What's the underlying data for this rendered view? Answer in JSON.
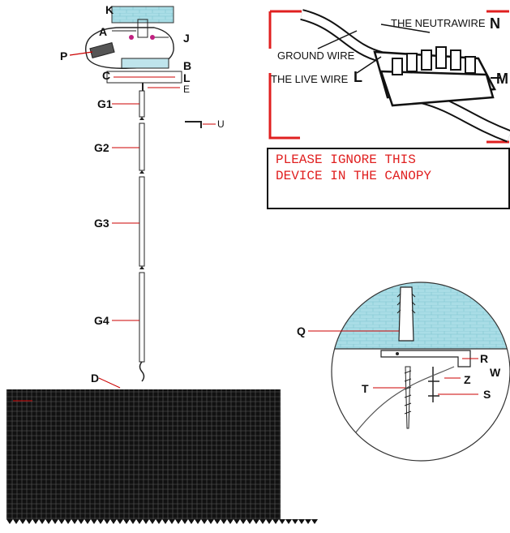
{
  "labels": {
    "K": "K",
    "A": "A",
    "J": "J",
    "P": "P",
    "B": "B",
    "C": "C",
    "L": "L",
    "E": "E",
    "G1": "G1",
    "G2": "G2",
    "G3": "G3",
    "G4": "G4",
    "D": "D",
    "U": "U",
    "Q": "Q",
    "R": "R",
    "W": "W",
    "Z": "Z",
    "T": "T",
    "S": "S",
    "N": "N",
    "M": "M",
    "L2": "L"
  },
  "wiring": {
    "neutral": "THE NEUTRAWIRE",
    "ground": "GROUND WIRE",
    "live": "THE LIVE WIRE"
  },
  "notice": {
    "line1": "PLEASE IGNORE THIS",
    "line2": "DEVICE IN THE CANOPY"
  },
  "colors": {
    "notice_text": "#e02020",
    "notice_frame": "#e02020",
    "ceiling": "#a9dde6",
    "fixture": "#111111"
  }
}
